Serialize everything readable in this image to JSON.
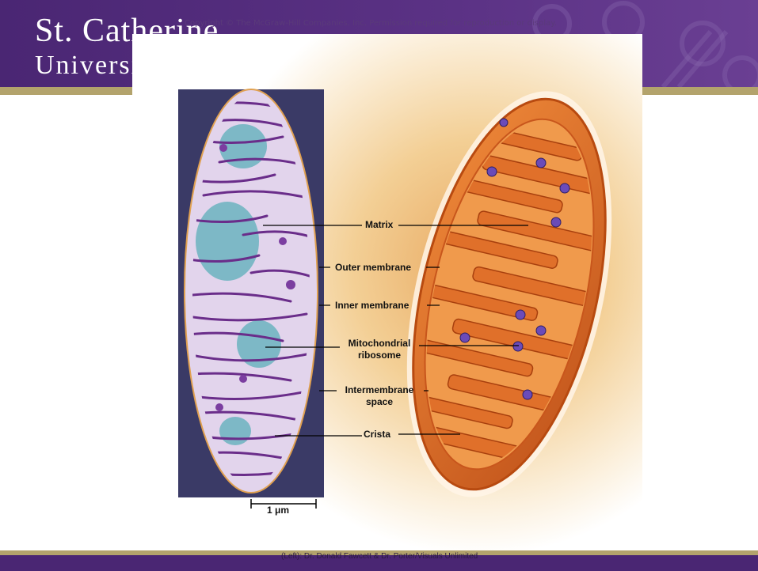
{
  "header": {
    "logo_line1": "St. Catherine",
    "logo_line2": "University",
    "colors": {
      "purple": "#4a2673",
      "gold": "#b3a36c"
    }
  },
  "copyright": "Copyright © The McGraw-Hill Companies, Inc. Permission required for reproduction or display.",
  "figure": {
    "labels": {
      "matrix": "Matrix",
      "outer_membrane": "Outer membrane",
      "inner_membrane": "Inner membrane",
      "ribosome_line1": "Mitochondrial",
      "ribosome_line2": "ribosome",
      "intermembrane_line1": "Intermembrane",
      "intermembrane_line2": "space",
      "crista": "Crista"
    },
    "scale_bar": "1 μm"
  },
  "credit": "(Left): Dr. Donald Fawcett & Dr. Porter/Visuals Unlimited"
}
